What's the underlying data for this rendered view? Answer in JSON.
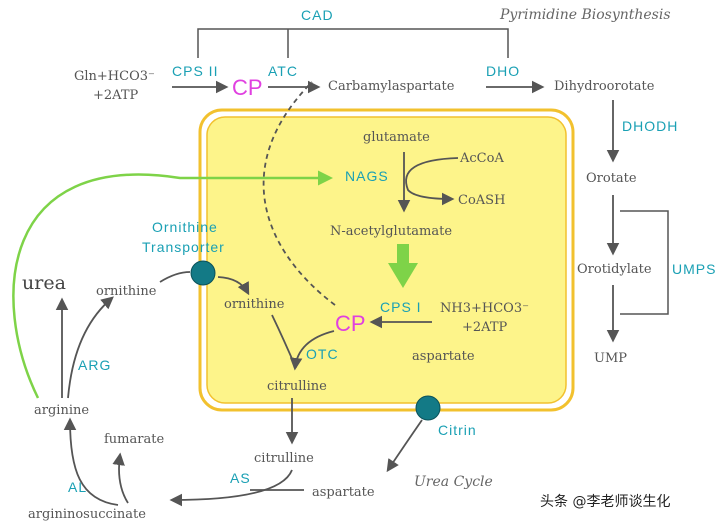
{
  "titles": {
    "pyrimidine": "Pyrimidine Biosynthesis",
    "urea_cycle": "Urea Cycle"
  },
  "enzymes": {
    "cad": "CAD",
    "cps2": "CPS II",
    "atc": "ATC",
    "dho": "DHO",
    "dhodh": "DHODH",
    "umps": "UMPS",
    "nags": "NAGS",
    "cps1": "CPS I",
    "otc": "OTC",
    "as": "AS",
    "al": "AL",
    "arg": "ARG"
  },
  "metabolites": {
    "gln_hco3": "Gln+HCO3⁻",
    "two_atp": "+2ATP",
    "cp": "CP",
    "carbamylaspartate": "Carbamylaspartate",
    "dihydroorotate": "Dihydroorotate",
    "orotate": "Orotate",
    "orotidylate": "Orotidylate",
    "ump": "UMP",
    "glutamate": "glutamate",
    "accoa": "AcCoA",
    "coash": "CoASH",
    "n_acetylglutamate": "N-acetylglutamate",
    "nh3_hco3": "NH3+HCO3⁻",
    "aspartate": "aspartate",
    "ornithine": "ornithine",
    "citrulline": "citrulline",
    "arginine": "arginine",
    "fumarate": "fumarate",
    "argininosuccinate": "argininosuccinate",
    "urea": "urea"
  },
  "transporters": {
    "ornithine_line1": "Ornithine",
    "ornithine_line2": "Transporter",
    "citrin": "Citrin"
  },
  "watermark": "头条 @李老师谈生化",
  "colors": {
    "mito_fill": "#fdf48a",
    "mito_border": "#f2c12e",
    "enzyme": "#1aa0b4",
    "cp": "#e040e0",
    "arrow": "#555555",
    "green": "#7ed348",
    "transporter": "#137a86"
  }
}
